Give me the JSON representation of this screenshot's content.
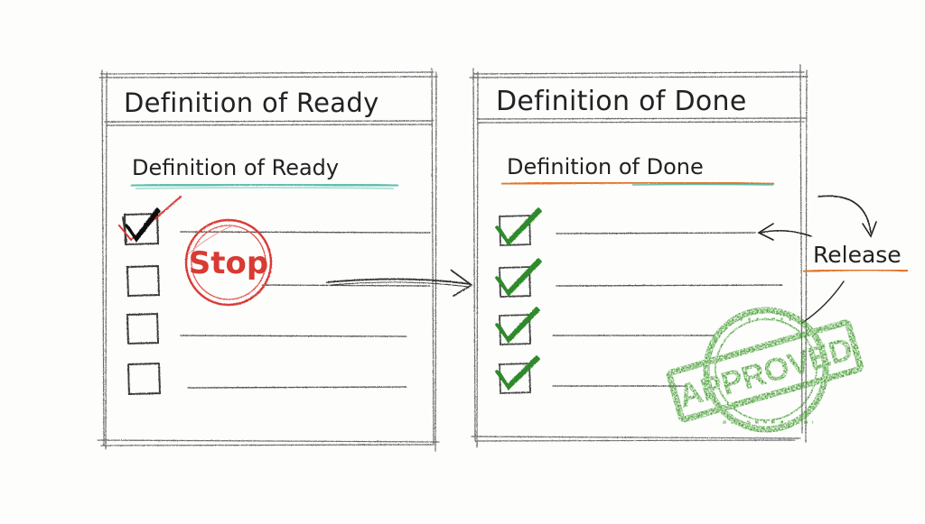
{
  "left_panel": {
    "header_title": "Definition of Ready",
    "subtitle": "Definition of Ready",
    "checklist": [
      {
        "checked": true
      },
      {
        "checked": false
      },
      {
        "checked": false
      },
      {
        "checked": false
      }
    ],
    "stop_stamp": {
      "text": "Stop",
      "color": "#d83a34"
    },
    "underline_color": "#5fbfb0"
  },
  "right_panel": {
    "header_title": "Definition of Done",
    "subtitle": "Definition of Done",
    "checklist": [
      {
        "checked": true
      },
      {
        "checked": true
      },
      {
        "checked": true
      },
      {
        "checked": true
      }
    ],
    "check_color": "#2f8a2a",
    "underline_color": "#e2742a"
  },
  "release": {
    "label": "Release",
    "underline_color": "#e2742a"
  },
  "approved_stamp": {
    "text": "APPROVED",
    "color": "#3f9a2c"
  },
  "ink_color": "#262626"
}
